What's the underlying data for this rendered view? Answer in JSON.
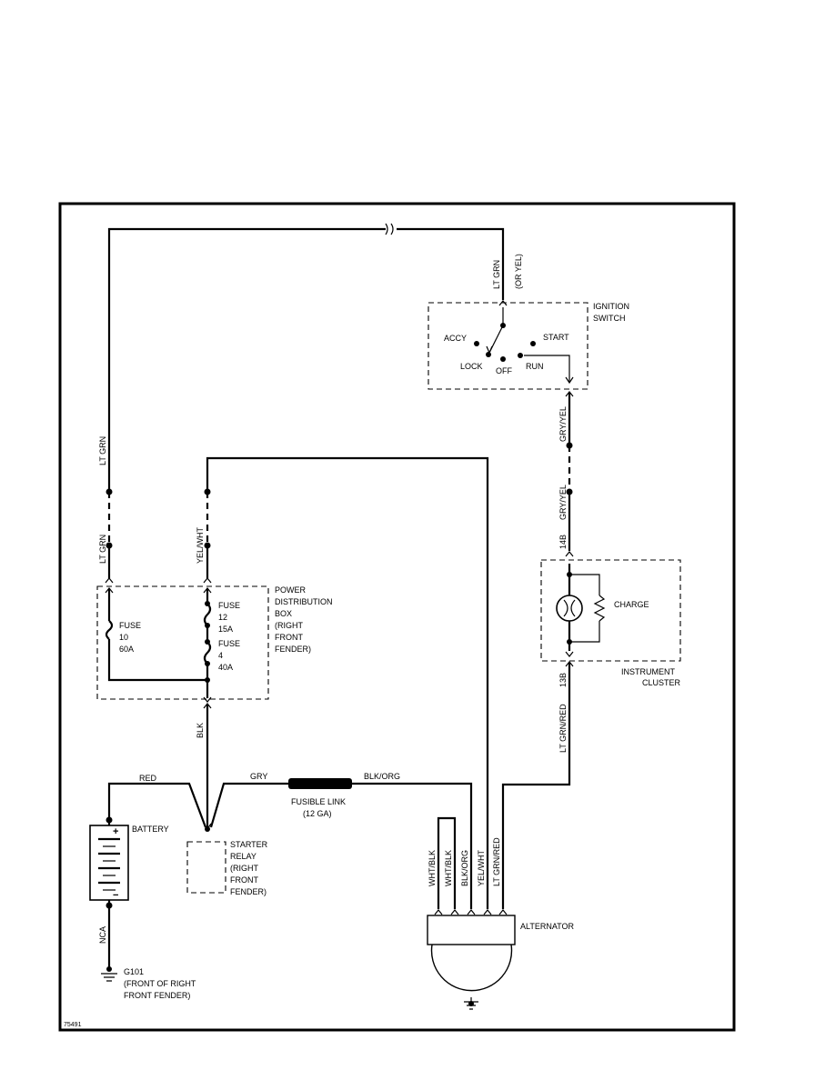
{
  "wire_colors": {
    "lt_grn": "LT GRN",
    "or_yel": "(OR YEL)",
    "gry_yel": "GRY/YEL",
    "yel_wht": "YEL/WHT",
    "blk": "BLK",
    "red": "RED",
    "gry": "GRY",
    "blk_org": "BLK/ORG",
    "lt_grn_red": "LT GRN/RED",
    "wht_blk": "WHT/BLK",
    "nca": "NCA"
  },
  "connectors": {
    "pin_14b": "14B",
    "pin_13b": "13B"
  },
  "ignition_switch": {
    "name": "IGNITION SWITCH",
    "positions": [
      "ACCY",
      "LOCK",
      "OFF",
      "RUN",
      "START"
    ]
  },
  "instrument_cluster": {
    "name": "INSTRUMENT CLUSTER",
    "charge_label": "CHARGE"
  },
  "power_distribution_box": {
    "name": "POWER DISTRIBUTION BOX (RIGHT FRONT FENDER)",
    "fuse_10": "FUSE 10 60A",
    "fuse_12": "FUSE 12 15A",
    "fuse_4": "FUSE 4 40A"
  },
  "battery": {
    "name": "BATTERY",
    "plus": "+",
    "minus": "−"
  },
  "starter_relay": {
    "name": "STARTER RELAY (RIGHT FRONT FENDER)"
  },
  "fusible_link": {
    "name": "FUSIBLE LINK",
    "gauge": "(12 GA)"
  },
  "ground": {
    "id": "G101",
    "location": "(FRONT OF RIGHT FRONT FENDER)"
  },
  "alternator": {
    "name": "ALTERNATOR"
  },
  "figure_id": "75491"
}
